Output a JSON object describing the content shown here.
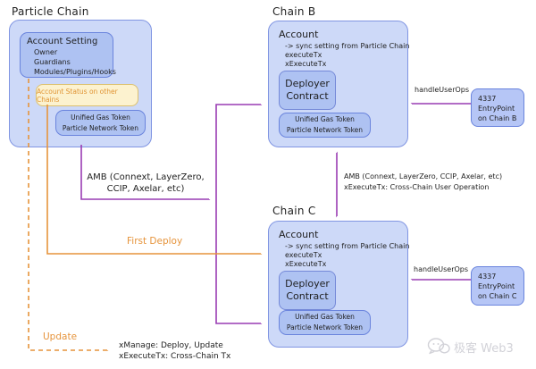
{
  "colors": {
    "purple_arrow": "#993cb3",
    "orange_arrow": "#e6943c",
    "outer_box_fill": "#cdd9f8",
    "inner_box_fill": "#aec2f2",
    "yellow_box_fill": "#fcf2cf",
    "yellow_box_text": "#e09434"
  },
  "particle_chain": {
    "title": "Particle Chain",
    "account_setting": {
      "title": "Account Setting",
      "items": [
        "Owner",
        "Guardians",
        "Modules/Plugins/Hooks"
      ]
    },
    "account_status": "Account Status on other Chains",
    "token_box": {
      "line1": "Unified Gas Token",
      "line2": "Particle Network Token"
    }
  },
  "chain_b": {
    "title": "Chain B",
    "account": {
      "title": "Account",
      "lines": [
        "-> sync setting from Particle Chain",
        "executeTx",
        "xExecuteTx"
      ]
    },
    "deployer": {
      "line1": "Deployer",
      "line2": "Contract"
    },
    "token_box": {
      "line1": "Unified Gas Token",
      "line2": "Particle Network Token"
    },
    "entrypoint": {
      "line1": "4337",
      "line2": "EntryPoint",
      "line3": "on Chain B"
    },
    "handle_user_ops": "handleUserOps"
  },
  "chain_c": {
    "title": "Chain C",
    "account": {
      "title": "Account",
      "lines": [
        "-> sync setting from Particle Chain",
        "executeTx",
        "xExecuteTx"
      ]
    },
    "deployer": {
      "line1": "Deployer",
      "line2": "Contract"
    },
    "token_box": {
      "line1": "Unified Gas Token",
      "line2": "Particle Network Token"
    },
    "entrypoint": {
      "line1": "4337",
      "line2": "EntryPoint",
      "line3": "on Chain C"
    },
    "handle_user_ops": "handleUserOps"
  },
  "labels": {
    "amb_left": {
      "line1": "AMB (Connext, LayerZero,",
      "line2": "CCIP, Axelar, etc)"
    },
    "amb_right": {
      "line1": "AMB (Connext, LayerZero, CCIP, Axelar, etc)",
      "line2": "xExecuteTx: Cross-Chain User Operation"
    },
    "first_deploy": "First Deploy",
    "update": "Update",
    "update_note": {
      "line1": "xManage: Deploy, Update",
      "line2": "xExecuteTx: Cross-Chain Tx"
    }
  },
  "watermark": {
    "text": "极客 Web3"
  }
}
